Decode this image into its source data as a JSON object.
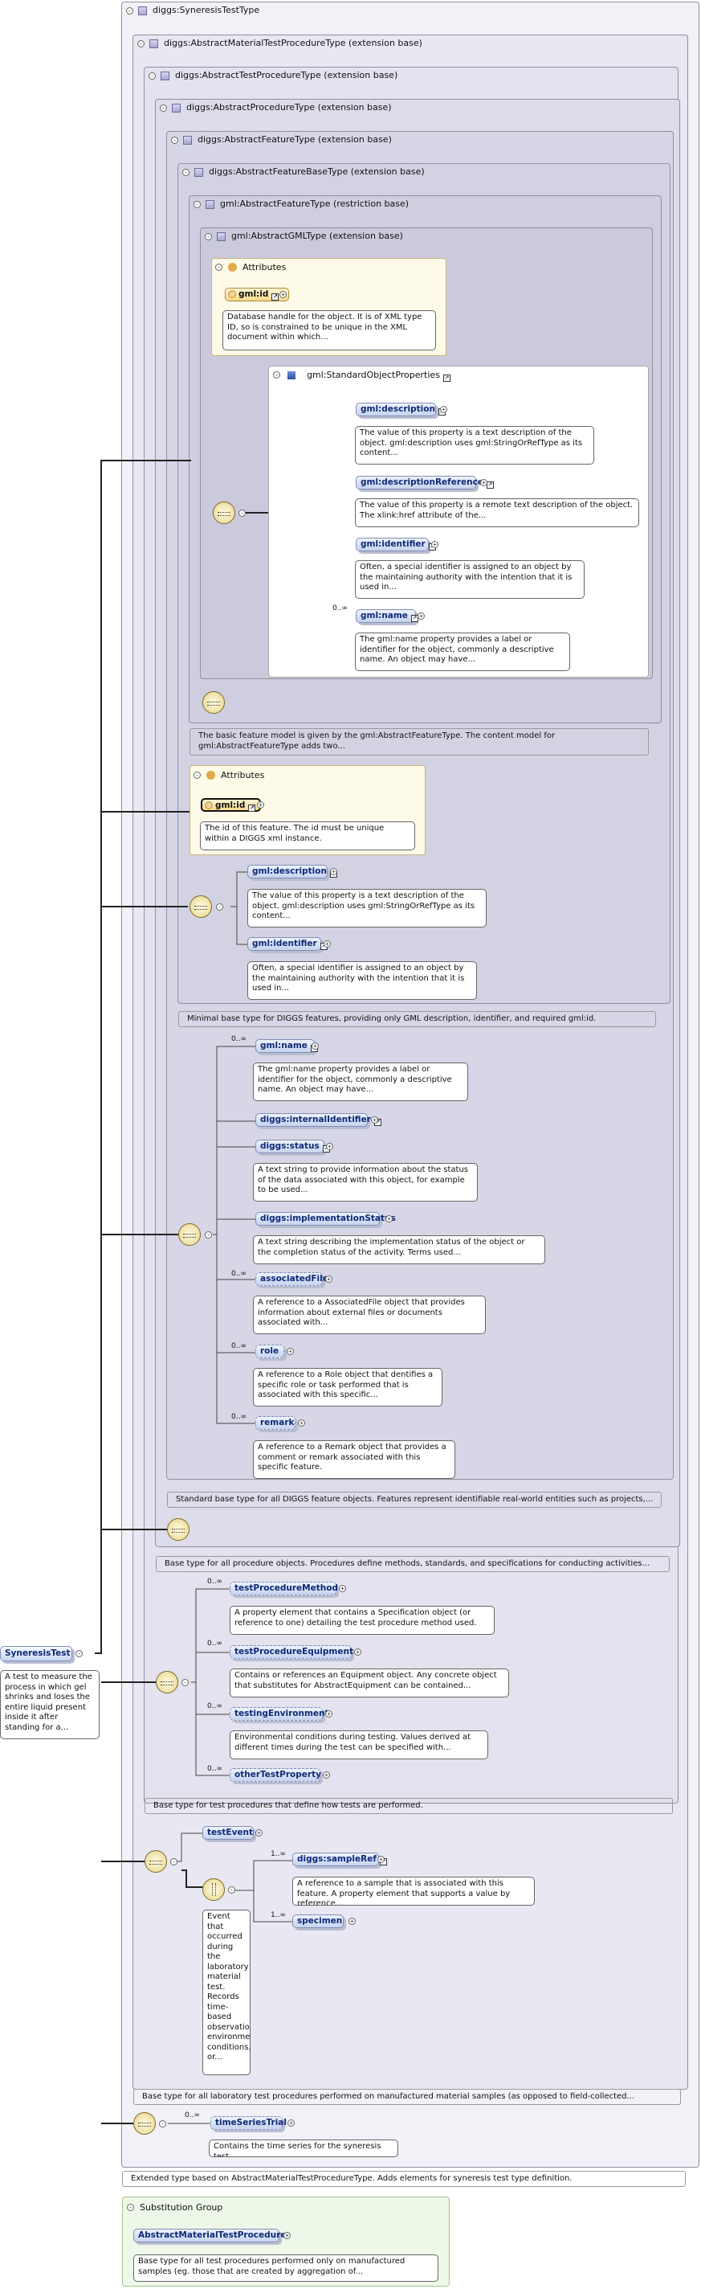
{
  "types": {
    "synt": "diggs:SyneresisTestType",
    "amtp": "diggs:AbstractMaterialTestProcedureType (extension base)",
    "atp": "diggs:AbstractTestProcedureType (extension base)",
    "ap": "diggs:AbstractProcedureType (extension base)",
    "af": "diggs:AbstractFeatureType (extension base)",
    "afb": "diggs:AbstractFeatureBaseType (extension base)",
    "gaf": "gml:AbstractFeatureType (restriction base)",
    "gml": "gml:AbstractGMLType (extension base)"
  },
  "attributes_label": "Attributes",
  "gml_attr": {
    "name": "gml:id",
    "doc": "Database handle for the object. It is of XML type ID, so is constrained to be unique in the XML document within which..."
  },
  "sop": {
    "title": "gml:StandardObjectProperties",
    "items": [
      {
        "name": "gml:description",
        "doc": "The value of this property is a text description of the object. gml:description uses gml:StringOrRefType as its content..."
      },
      {
        "name": "gml:descriptionReference",
        "doc": "The value of this property is a remote text description of the object. The xlink:href attribute of the..."
      },
      {
        "name": "gml:identifier",
        "doc": "Often, a special identifier is assigned to an object by the maintaining authority with the intention that it is used in..."
      },
      {
        "name": "gml:name",
        "occ": "0..∞",
        "doc": "The gml:name property provides a label or identifier for the object, commonly a descriptive name. An object may have..."
      }
    ]
  },
  "gaf_doc": "The basic feature model is given by the gml:AbstractFeatureType. The content model for gml:AbstractFeatureType adds two...",
  "afb_attr": {
    "name": "gml:id",
    "doc": "The id of this feature. The id must be unique within a DIGGS xml instance."
  },
  "afb_items": [
    {
      "name": "gml:description",
      "doc": "The value of this property is a text description of the object. gml:description uses gml:StringOrRefType as its content..."
    },
    {
      "name": "gml:identifier",
      "doc": "Often, a special identifier is assigned to an object by the maintaining authority with the intention that it is used in..."
    }
  ],
  "afb_doc": "Minimal base type for DIGGS features, providing only GML description, identifier, and required gml:id.",
  "af_items": [
    {
      "name": "gml:name",
      "occ": "0..∞",
      "doc": "The gml:name property provides a label or identifier for the object, commonly a descriptive name. An object may have..."
    },
    {
      "name": "diggs:internalIdentifier",
      "doc": ""
    },
    {
      "name": "diggs:status",
      "doc": "A text string to provide information about the status of the data associated with this object, for example to be used..."
    },
    {
      "name": "diggs:implementationStatus",
      "doc": "A text string describing the implementation status of the object or the completion status of the activity. Terms used..."
    },
    {
      "name": "associatedFile",
      "occ": "0..∞",
      "doc": "A reference to a AssociatedFile object that provides information about external files or documents associated with..."
    },
    {
      "name": "role",
      "occ": "0..∞",
      "doc": "A reference to a Role object that dentifies a specific role or task performed that is associated with this specific..."
    },
    {
      "name": "remark",
      "occ": "0..∞",
      "doc": "A reference to a Remark object that provides a comment or remark associated with this specific feature."
    }
  ],
  "af_doc": "Standard base type for all DIGGS feature objects. Features represent identifiable real-world entities such as projects,...",
  "ap_doc": "Base type for all procedure objects. Procedures define methods, standards, and specifications for conducting activities...",
  "atp_items": [
    {
      "name": "testProcedureMethod",
      "occ": "0..∞",
      "doc": "A property element that contains a Specification object (or reference to one) detailing the test procedure method used."
    },
    {
      "name": "testProcedureEquipment",
      "occ": "0..∞",
      "doc": "Contains or references an Equipment object. Any concrete object that substitutes for AbstractEquipment can be contained..."
    },
    {
      "name": "testingEnvironment",
      "occ": "0..∞",
      "doc": "Environmental conditions during testing. Values derived at different times during the test can be specified with..."
    },
    {
      "name": "otherTestProperty",
      "occ": "0..∞",
      "doc": ""
    }
  ],
  "atp_doc": "Base type for test procedures that define how tests are performed.",
  "amtp": {
    "testEvent": "testEvent",
    "testEvent_doc": "Event that occurred during the laboratory material test. Records time-based observations, environmental conditions, or...",
    "sampleRef": "diggs:sampleRef",
    "sampleRef_occ": "1..∞",
    "sampleRef_doc": "A reference to a sample that is associated with this feature. A property element that supports a value by reference...",
    "specimen": "specimen",
    "specimen_occ": "1..∞"
  },
  "amtp_doc": "Base type for all laboratory test procedures performed on manufactured material samples (as opposed to field-collected...",
  "synt_items": [
    {
      "name": "timeSeriesTrial",
      "occ": "0..∞",
      "doc": "Contains the time series for the syneresis test."
    }
  ],
  "synt_doc": "Extended type based on AbstractMaterialTestProcedureType. Adds elements for syneresis test type definition.",
  "root": {
    "name": "SyneresisTest",
    "doc": "A test to measure the process in which gel shrinks and loses the entire liquid present inside it after standing for a..."
  },
  "subst": {
    "title": "Substitution Group",
    "name": "AbstractMaterialTestProcedure",
    "doc": "Base type for all test procedures performed only on manufactured samples (eg. those that are created by aggregation of..."
  }
}
